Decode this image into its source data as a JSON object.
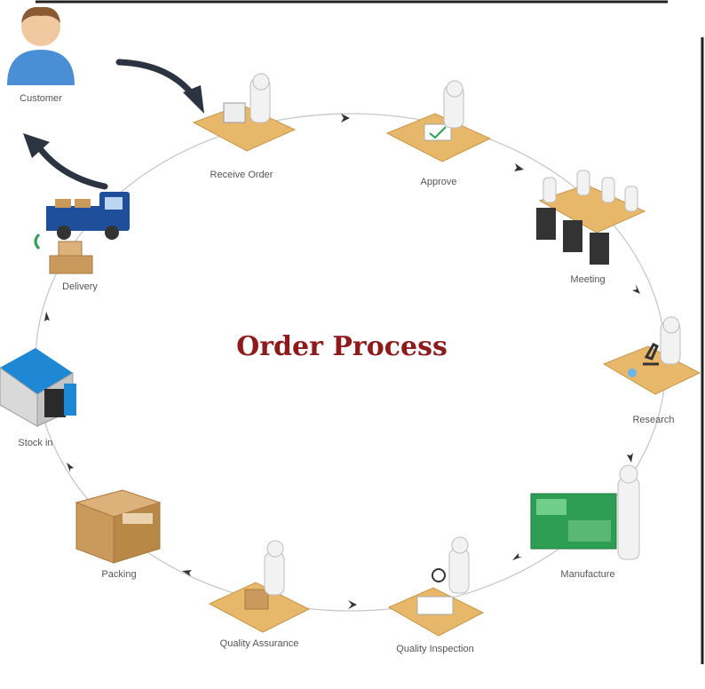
{
  "title": "Order Process",
  "customer_label": "Customer",
  "steps": [
    {
      "label": "Receive Order"
    },
    {
      "label": "Approve"
    },
    {
      "label": "Meeting"
    },
    {
      "label": "Research"
    },
    {
      "label": "Manufacture"
    },
    {
      "label": "Quality Inspection"
    },
    {
      "label": "Quality Assurance"
    },
    {
      "label": "Packing"
    },
    {
      "label": "Stock in"
    },
    {
      "label": "Delivery"
    }
  ],
  "colors": {
    "title": "#8e1b1b",
    "desk": "#e7b86a",
    "person": "#f2f2f2",
    "customer_shirt": "#4a8fd6",
    "truck": "#1f4f9b",
    "box": "#c99a5c",
    "machine": "#2e9e54",
    "flow_arrow": "#2b3440"
  }
}
